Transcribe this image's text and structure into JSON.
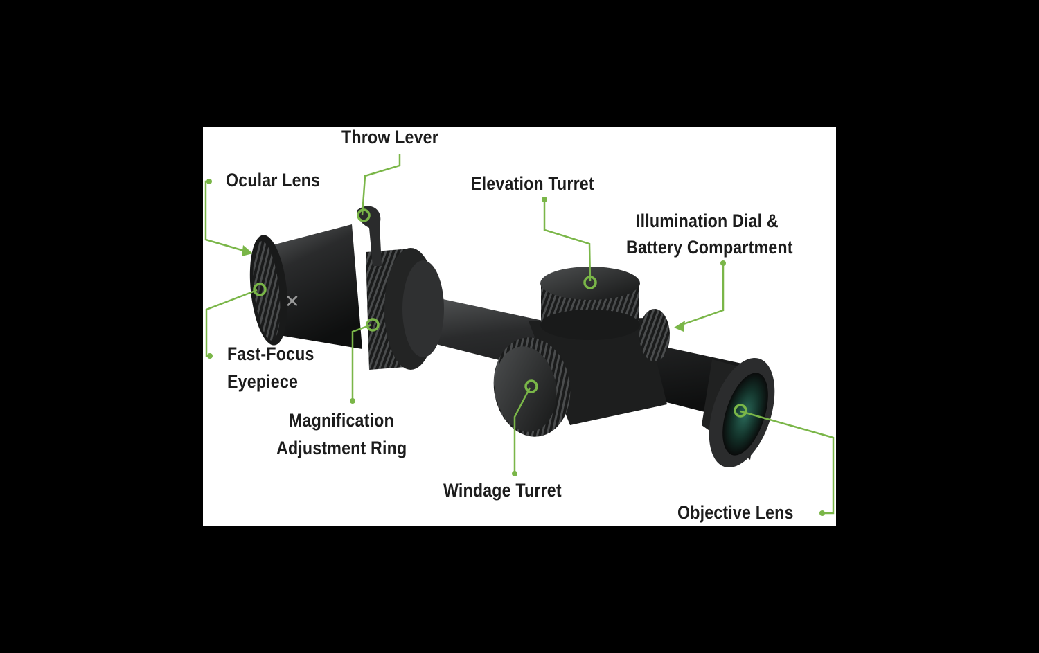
{
  "colors": {
    "background": "#000000",
    "panel": "#ffffff",
    "callout": "#7ab648",
    "scope_body": "#1e1f1f",
    "label_text": "#1c1c1c"
  },
  "callouts": {
    "throw_lever": "Throw Lever",
    "ocular_lens": "Ocular Lens",
    "elevation_turret": "Elevation Turret",
    "illumination_line1": "Illumination Dial &",
    "illumination_line2": "Battery Compartment",
    "fast_focus_line1": "Fast-Focus",
    "fast_focus_line2": "Eyepiece",
    "magnification_line1": "Magnification",
    "magnification_line2": "Adjustment Ring",
    "windage_turret": "Windage Turret",
    "objective_lens": "Objective Lens"
  }
}
